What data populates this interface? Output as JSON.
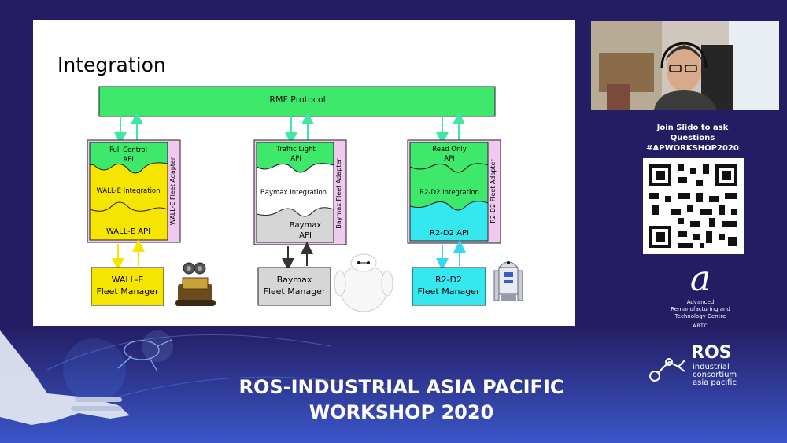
{
  "slide": {
    "title": "Integration",
    "protocol_label": "RMF Protocol",
    "columns": [
      {
        "api_label": "Full Control",
        "api_label2": "API",
        "integration_label": "WALL-E Integration",
        "robot_api_label": "WALL-E API",
        "adapter_label": "WALL-E Fleet Adapter",
        "manager_line1": "WALL-E",
        "manager_line2": "Fleet Manager",
        "api_color": "#3ee86b",
        "robot_color": "#f5e500",
        "robot_icon": "walle-robot-icon"
      },
      {
        "api_label": "Traffic Light",
        "api_label2": "API",
        "integration_label": "Baymax Integration",
        "robot_api_label": "Baymax",
        "robot_api_label2": "API",
        "adapter_label": "Baymax Fleet Adapter",
        "manager_line1": "Baymax",
        "manager_line2": "Fleet Manager",
        "api_color": "#3ee86b",
        "robot_color": "#d6d6d6",
        "robot_icon": "baymax-robot-icon"
      },
      {
        "api_label": "Read Only",
        "api_label2": "API",
        "integration_label": "R2-D2 Integration",
        "robot_api_label": "R2-D2 API",
        "adapter_label": "R2-D2 Fleet Adapter",
        "manager_line1": "R2-D2",
        "manager_line2": "Fleet Manager",
        "api_color": "#3ee86b",
        "robot_color": "#35e8f0",
        "robot_icon": "r2d2-robot-icon"
      }
    ],
    "adapter_color": "#f0c8f0"
  },
  "sidebar": {
    "slido_line1": "Join Slido to ask",
    "slido_line2": "Questions",
    "slido_line3": "#APWORKSHOP2020",
    "artc_logo": "a",
    "artc_name_line1": "Advanced",
    "artc_name_line2": "Remanufacturing and",
    "artc_name_line3": "Technology Centre",
    "artc_short": "ARTC",
    "rosi_word": "ROS",
    "rosi_sub1": "industrial",
    "rosi_sub2": "consortium",
    "rosi_sub3": "asia pacific"
  },
  "banner": {
    "line1": "ROS-INDUSTRIAL ASIA PACIFIC",
    "line2": "WORKSHOP 2020"
  },
  "colors": {
    "background": "#241d63",
    "protocol": "#3ee86b",
    "arrow_green": "#3ee8a0",
    "arrow_yellow": "#f5e500",
    "arrow_dark": "#333333",
    "arrow_cyan": "#35d8f0"
  }
}
